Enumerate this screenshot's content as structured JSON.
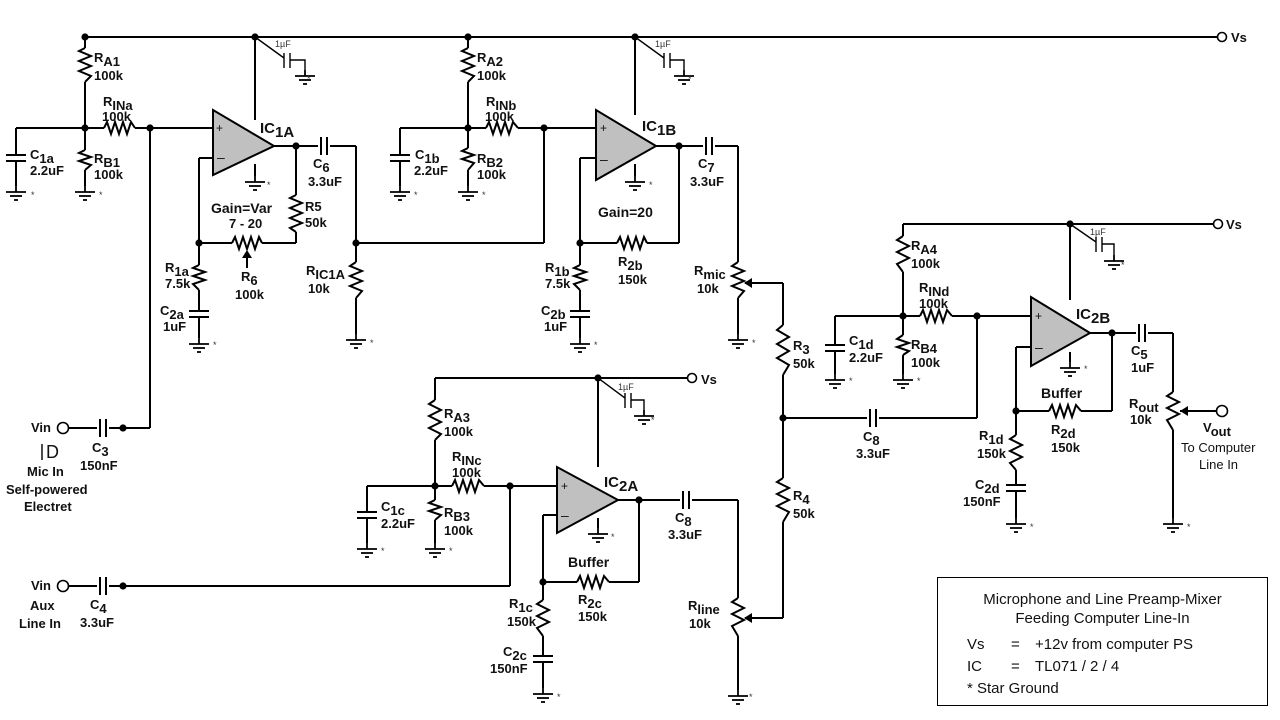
{
  "supply": {
    "vs": "Vs",
    "cap": "1µF",
    "star": "*"
  },
  "ic": {
    "ic1a": {
      "name": "IC",
      "sub": "1A",
      "gain": "Gain=",
      "gainvar": "Var",
      "gainrange": "7 - 20"
    },
    "ic1b": {
      "name": "IC",
      "sub": "1B",
      "gain": "Gain=20"
    },
    "ic2a": {
      "name": "IC",
      "sub": "2A",
      "mode": "Buffer"
    },
    "ic2b": {
      "name": "IC",
      "sub": "2B",
      "mode": "Buffer"
    }
  },
  "components": {
    "ra1": {
      "n": "R",
      "s": "A1",
      "v": "100k"
    },
    "rina": {
      "n": "R",
      "s": "INa",
      "v": "100k"
    },
    "c1a": {
      "n": "C",
      "s": "1a",
      "v": "2.2uF"
    },
    "rb1": {
      "n": "R",
      "s": "B1",
      "v": "100k"
    },
    "c6": {
      "n": "C",
      "s": "6",
      "v": "3.3uF"
    },
    "r5": {
      "n": "R5",
      "v": "50k"
    },
    "r1a": {
      "n": "R",
      "s": "1a",
      "v": "7.5k"
    },
    "r6": {
      "n": "R",
      "s": "6",
      "v": "100k"
    },
    "c2a": {
      "n": "C",
      "s": "2a",
      "v": "1uF"
    },
    "ric1a": {
      "n": "R",
      "s": "IC1A",
      "v": "10k"
    },
    "ra2": {
      "n": "R",
      "s": "A2",
      "v": "100k"
    },
    "rinb": {
      "n": "R",
      "s": "INb",
      "v": "100k"
    },
    "c1b": {
      "n": "C",
      "s": "1b",
      "v": "2.2uF"
    },
    "rb2": {
      "n": "R",
      "s": "B2",
      "v": "100k"
    },
    "c7": {
      "n": "C",
      "s": "7",
      "v": "3.3uF"
    },
    "r1b": {
      "n": "R",
      "s": "1b",
      "v": "7.5k"
    },
    "r2b": {
      "n": "R",
      "s": "2b",
      "v": "150k"
    },
    "c2b": {
      "n": "C",
      "s": "2b",
      "v": "1uF"
    },
    "rmic": {
      "n": "R",
      "s": "mic",
      "v": "10k"
    },
    "r3": {
      "n": "R",
      "s": "3",
      "v": "50k"
    },
    "r4": {
      "n": "R",
      "s": "4",
      "v": "50k"
    },
    "c8mix": {
      "n": "C",
      "s": "8",
      "v": "3.3uF"
    },
    "ra3": {
      "n": "R",
      "s": "A3",
      "v": "100k"
    },
    "rinc": {
      "n": "R",
      "s": "INc",
      "v": "100k"
    },
    "c1c": {
      "n": "C",
      "s": "1c",
      "v": "2.2uF"
    },
    "rb3": {
      "n": "R",
      "s": "B3",
      "v": "100k"
    },
    "c8line": {
      "n": "C",
      "s": "8",
      "v": "3.3uF"
    },
    "r1c": {
      "n": "R",
      "s": "1c",
      "v": "150k"
    },
    "r2c": {
      "n": "R",
      "s": "2c",
      "v": "150k"
    },
    "c2c": {
      "n": "C",
      "s": "2c",
      "v": "150nF"
    },
    "rline": {
      "n": "R",
      "s": "line",
      "v": "10k"
    },
    "ra4": {
      "n": "R",
      "s": "A4",
      "v": "100k"
    },
    "rind": {
      "n": "R",
      "s": "INd",
      "v": "100k"
    },
    "c1d": {
      "n": "C",
      "s": "1d",
      "v": "2.2uF"
    },
    "rb4": {
      "n": "R",
      "s": "B4",
      "v": "100k"
    },
    "c5": {
      "n": "C",
      "s": "5",
      "v": "1uF"
    },
    "r1d": {
      "n": "R",
      "s": "1d",
      "v": "150k"
    },
    "r2d": {
      "n": "R",
      "s": "2d",
      "v": "150k"
    },
    "c2d": {
      "n": "C",
      "s": "2d",
      "v": "150nF"
    },
    "rout": {
      "n": "R",
      "s": "out",
      "v": "10k"
    },
    "c3": {
      "n": "C",
      "s": "3",
      "v": "150nF"
    },
    "c4": {
      "n": "C",
      "s": "4",
      "v": "3.3uF"
    }
  },
  "io": {
    "mic": {
      "pin": "Vin",
      "glyph": "D",
      "line1": "Mic In",
      "line2": "Self-powered",
      "line3": "Electret"
    },
    "aux": {
      "pin": "Vin",
      "line1": "Aux",
      "line2": "Line In"
    },
    "out": {
      "pin": "V",
      "sub": "out",
      "line1": "To Computer",
      "line2": "Line In"
    }
  },
  "info": {
    "title1": "Microphone and Line Preamp-Mixer",
    "title2": "Feeding Computer Line-In",
    "rows": [
      {
        "k": "Vs",
        "eq": "=",
        "v": "+12v from computer PS"
      },
      {
        "k": "IC",
        "eq": "=",
        "v": "TL071 / 2 / 4"
      }
    ],
    "star_note": "* Star Ground"
  }
}
